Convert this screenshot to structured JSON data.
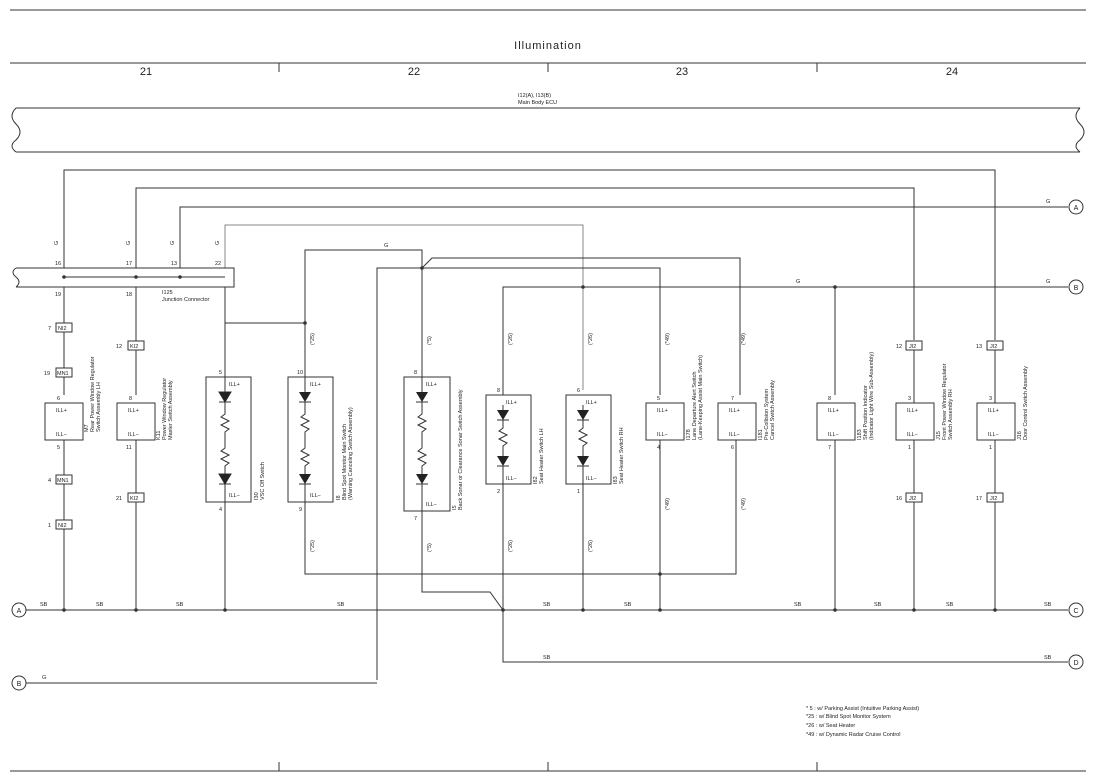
{
  "title": "Illumination",
  "grid_columns": [
    "21",
    "22",
    "23",
    "24"
  ],
  "ecu": {
    "label_1": "I12(A), I13(B)",
    "label_2": "Main Body ECU"
  },
  "junction": {
    "label_1": "I125",
    "label_2": "Junction Connector",
    "pins_top": [
      "16",
      "17",
      "13",
      "22"
    ],
    "pins_bottom": [
      "19",
      "18"
    ]
  },
  "offpage": {
    "A": "A",
    "B": "B",
    "C": "C",
    "D": "D"
  },
  "wire_colors": {
    "G": "G",
    "SB": "SB"
  },
  "connectors": {
    "NI2_7": {
      "pin": "7",
      "name": "NI2"
    },
    "MN1_19": {
      "pin": "19",
      "name": "MN1"
    },
    "MN1_4": {
      "pin": "4",
      "name": "MN1"
    },
    "NI2_1": {
      "pin": "1",
      "name": "NI2"
    },
    "KI2_12": {
      "pin": "12",
      "name": "KI2"
    },
    "KI2_21": {
      "pin": "21",
      "name": "KI2"
    },
    "JI2_12": {
      "pin": "12",
      "name": "JI2"
    },
    "JI2_13": {
      "pin": "13",
      "name": "JI2"
    },
    "JI2_16": {
      "pin": "16",
      "name": "JI2"
    },
    "JI2_17": {
      "pin": "17",
      "name": "JI2"
    }
  },
  "components": [
    {
      "id": "M7",
      "name": "Rear Power Window Regulator",
      "name2": "Switch Assembly LH",
      "pin_top": "6",
      "pin_bottom": "5",
      "ill_plus": "ILL+",
      "ill_minus": "ILL−"
    },
    {
      "id": "K11",
      "name": "Power Window Regulator",
      "name2": "Master Switch Assembly",
      "pin_top": "8",
      "pin_bottom": "11",
      "ill_plus": "ILL+",
      "ill_minus": "ILL−"
    },
    {
      "id": "I30",
      "name": "VSC Off Switch",
      "name2": "",
      "pin_top": "5",
      "pin_bottom": "4",
      "ill_plus": "ILL+",
      "ill_minus": "ILL−"
    },
    {
      "id": "I8",
      "name": "Blind Spot Monitor Main Switch",
      "name2": "(Warning Canceling Switch Assembly)",
      "pin_top": "10",
      "pin_bottom": "9",
      "ill_plus": "ILL+",
      "ill_minus": "ILL−"
    },
    {
      "id": "I5",
      "name": "Back Sonar or Clearance Sonar Switch Assembly",
      "name2": "",
      "pin_top": "8",
      "pin_bottom": "7",
      "ill_plus": "ILL+",
      "ill_minus": "ILL−"
    },
    {
      "id": "I82",
      "name": "Seat Heater Switch LH",
      "name2": "",
      "pin_top": "8",
      "pin_bottom": "2",
      "ill_plus": "ILL+",
      "ill_minus": "ILL−"
    },
    {
      "id": "I83",
      "name": "Seat Heater Switch RH",
      "name2": "",
      "pin_top": "6",
      "pin_bottom": "1",
      "ill_plus": "ILL+",
      "ill_minus": "ILL−"
    },
    {
      "id": "I178",
      "name": "Lane Departure Alert Switch",
      "name2": "(Lane-Keeping Assist Main Switch)",
      "pin_top": "5",
      "pin_bottom": "4",
      "ill_plus": "ILL+",
      "ill_minus": "ILL−"
    },
    {
      "id": "I181",
      "name": "Pre-Collision System",
      "name2": "Cancel Switch Assembly",
      "pin_top": "7",
      "pin_bottom": "6",
      "ill_plus": "ILL+",
      "ill_minus": "ILL−"
    },
    {
      "id": "I183",
      "name": "Shift Position Indicator",
      "name2": "(Indicator Light Wire Sub-Assembly)",
      "pin_top": "8",
      "pin_bottom": "7",
      "ill_plus": "ILL+",
      "ill_minus": "ILL−"
    },
    {
      "id": "J15",
      "name": "Front Power Window Regulator",
      "name2": "Switch Assembly RH",
      "pin_top": "3",
      "pin_bottom": "1",
      "ill_plus": "ILL+",
      "ill_minus": "ILL−"
    },
    {
      "id": "J16",
      "name": "Door Control Switch Assembly",
      "name2": "",
      "pin_top": "3",
      "pin_bottom": "1",
      "ill_plus": "ILL+",
      "ill_minus": "ILL−"
    }
  ],
  "option_marks": {
    "m25": "(*25)",
    "m5": "(*5)",
    "m26": "(*26)",
    "m49": "(*49)"
  },
  "notes": [
    "* 5 : w/ Parking Assist (Intuitive Parking Assist)",
    "*25 : w/ Blind Spot Monitor System",
    "*26 : w/ Seat Heater",
    "*49 : w/ Dynamic Radar Cruise Control"
  ],
  "colors": {
    "line": "#333333",
    "light_wire": "#888888"
  }
}
